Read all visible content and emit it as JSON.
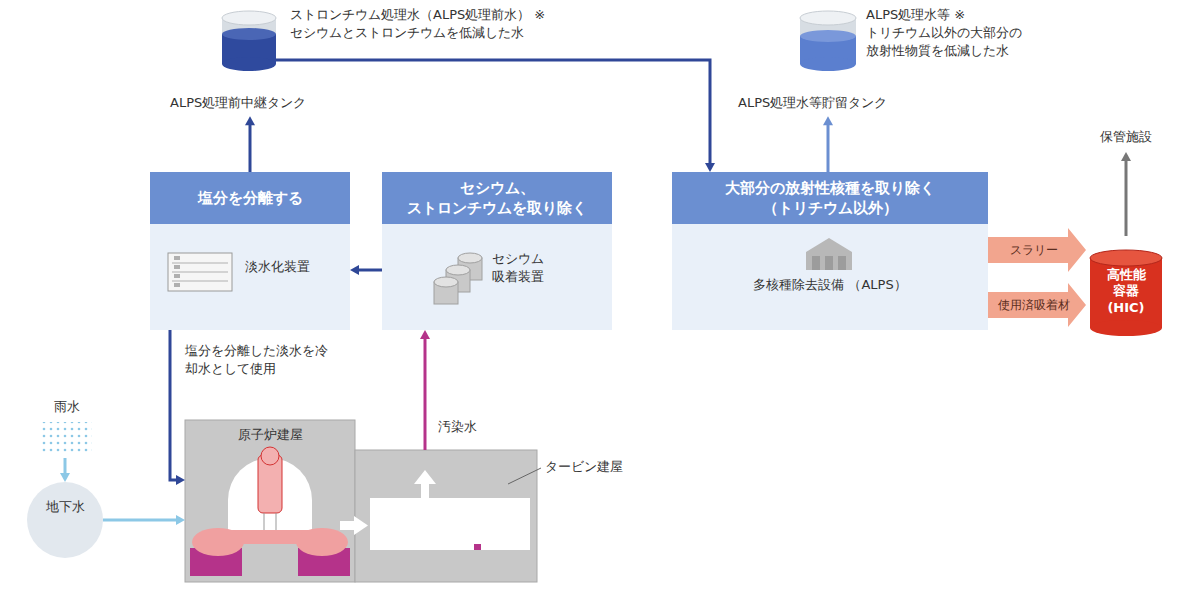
{
  "diagram": {
    "nodes": [
      {
        "text": [
          "塩分を分離する",
          "淡水化装置"
        ]
      },
      {
        "text": [
          "セシウム、 ストロンチウムを取り除く",
          "セシウム 吸着装置"
        ]
      },
      {
        "text": [
          "大部分の放射性核種を取り除く （トリチウム以外）",
          "多核種除去設備 （ALPS）"
        ]
      },
      {
        "text": [
          "ストロンチウム処理水（ALPS処理前水） ※セシウムとストロンチウムを低減した水",
          "ALPS処理前中継タンク"
        ]
      },
      {
        "text": [
          "ALPS処理水等 ※トリチウム以外の大部分の 放射性物質を低減した水",
          "ALPS処理水等貯留タンク"
        ]
      },
      {
        "text": [
          "保管施設"
        ]
      },
      {
        "text": [
          "高性能 容器 (HIC)"
        ]
      },
      {
        "text": [
          "地下水"
        ]
      },
      {
        "text": [
          "雨水"
        ]
      },
      {
        "text": [
          "原子炉建屋"
        ]
      },
      {
        "text": [
          "タービン建屋"
        ]
      }
    ],
    "edges": [
      {
        "from": 10,
        "to": 1,
        "arrow": "to",
        "label": "汚染水"
      },
      {
        "from": 1,
        "to": 0,
        "arrow": "to"
      },
      {
        "from": 0,
        "to": 3,
        "arrow": "to"
      },
      {
        "from": 3,
        "to": 2,
        "arrow": "to"
      },
      {
        "from": 2,
        "to": 4,
        "arrow": "to"
      },
      {
        "from": 0,
        "to": 9,
        "arrow": "to",
        "label": "塩分を分離した淡水を冷却水として使用"
      },
      {
        "from": 2,
        "to": 6,
        "arrow": "to",
        "label": "スラリー"
      },
      {
        "from": 2,
        "to": 6,
        "arrow": "to",
        "label": "使用済吸着材"
      },
      {
        "from": 6,
        "to": 5,
        "arrow": "to"
      },
      {
        "from": 8,
        "to": 7,
        "arrow": "to"
      },
      {
        "from": 7,
        "to": 9,
        "arrow": "to"
      }
    ]
  }
}
